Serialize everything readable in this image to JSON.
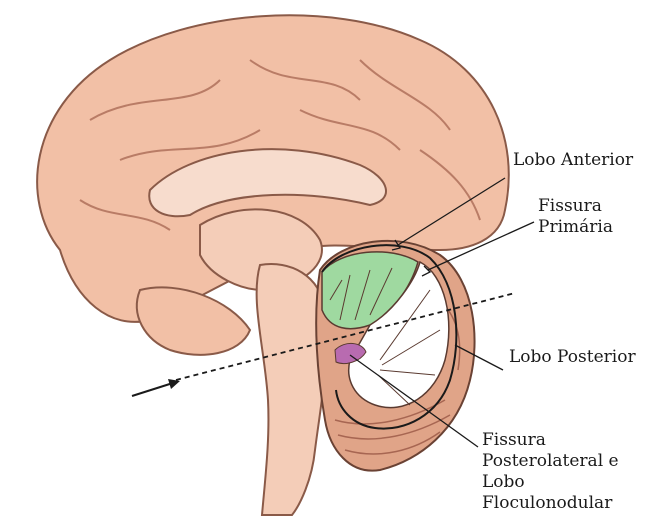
{
  "labels": {
    "anterior_lobe": "Lobo Anterior",
    "primary_fissure_line1": "Fissura",
    "primary_fissure_line2": "Primária",
    "posterior_lobe": "Lobo Posterior",
    "posterolateral_line1": "Fissura",
    "posterolateral_line2": "Posterolateral e",
    "posterolateral_line3": "Lobo",
    "posterolateral_line4": "Floculonodular"
  },
  "colors": {
    "cortex": "#f2c0a6",
    "cortex_dark": "#c98a72",
    "inner": "#f7dccd",
    "anterior_lobe": "#9fd9a0",
    "posterior_lobe": "#ffffff",
    "flocculonodular": "#b86bb0",
    "brainstem": "#f4cdb8",
    "outline": "#5a3a30"
  }
}
